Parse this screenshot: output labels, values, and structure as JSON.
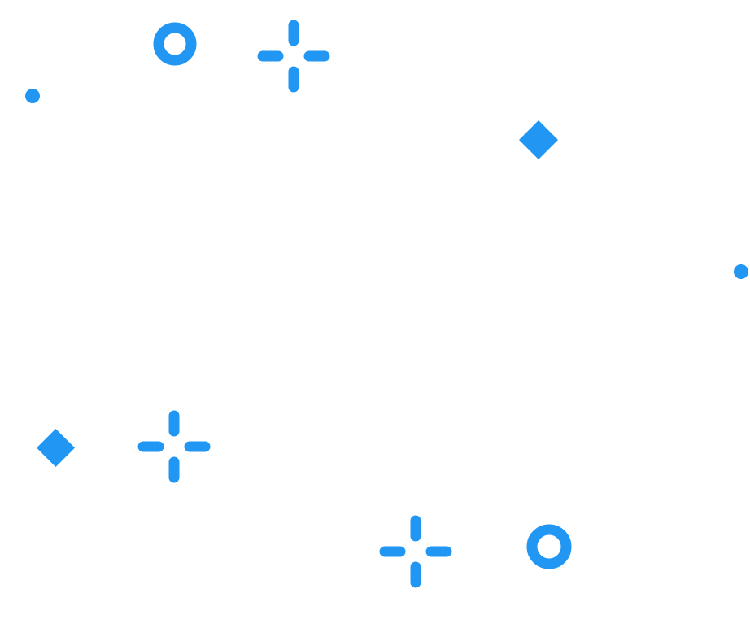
{
  "accent_color": "#2196f3",
  "background_color": "#ffffff",
  "shapes": [
    {
      "id": "ring-top",
      "icon": "ring-icon"
    },
    {
      "id": "sparkle-top",
      "icon": "sparkle-icon"
    },
    {
      "id": "dot-left",
      "icon": "dot-icon"
    },
    {
      "id": "diamond-top-right",
      "icon": "diamond-icon"
    },
    {
      "id": "dot-right",
      "icon": "dot-icon"
    },
    {
      "id": "diamond-bottom-left",
      "icon": "diamond-icon"
    },
    {
      "id": "sparkle-bottom-left",
      "icon": "sparkle-icon"
    },
    {
      "id": "sparkle-bottom-center",
      "icon": "sparkle-icon"
    },
    {
      "id": "ring-bottom-right",
      "icon": "ring-icon"
    }
  ]
}
